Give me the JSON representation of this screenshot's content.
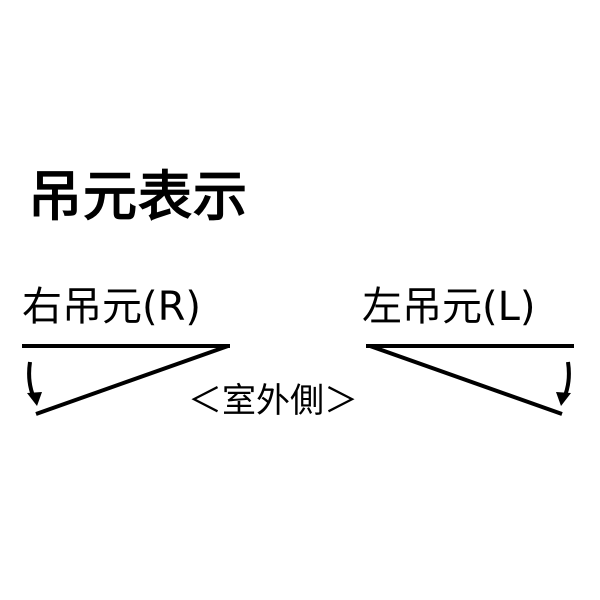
{
  "title": "吊元表示",
  "right_hinge": {
    "label": "右吊元(R)"
  },
  "left_hinge": {
    "label": "左吊元(L)"
  },
  "outdoor_side_label": "＜室外側＞",
  "colors": {
    "ink": "#000000",
    "background": "#ffffff"
  }
}
